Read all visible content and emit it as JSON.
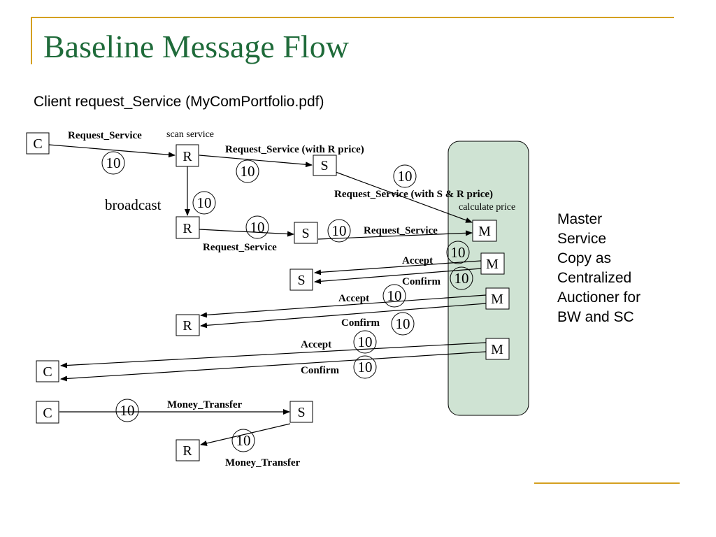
{
  "title": "Baseline Message Flow",
  "subtitle": "Client request_Service (MyComPortfolio.pdf)",
  "side_note": [
    "Master",
    "Service",
    "Copy as",
    "Centralized",
    "Auctioner for",
    "BW and SC"
  ],
  "nodes": {
    "c1": "C",
    "r1": "R",
    "s1": "S",
    "r2": "R",
    "s2": "S",
    "m1": "M",
    "m2": "M",
    "m3": "M",
    "m4": "M",
    "s3": "S",
    "r3": "R",
    "c2": "C",
    "c3": "C",
    "s4": "S",
    "r4": "R"
  },
  "labels": {
    "req_service_1": "Request_Service",
    "scan_service": "scan service",
    "req_service_r_price": "Request_Service (with R price)",
    "req_service_sr_price": "Request_Service (with S & R price)",
    "calculate_price": "calculate price",
    "broadcast": "broadcast",
    "req_service_2": "Request_Service",
    "req_service_3": "Request_Service",
    "accept_1": "Accept",
    "confirm_1": "Confirm",
    "accept_2": "Accept",
    "confirm_2": "Confirm",
    "accept_3": "Accept",
    "confirm_3": "Confirm",
    "money_transfer_1": "Money_Transfer",
    "money_transfer_2": "Money_Transfer"
  },
  "counts": {
    "c_r": "10",
    "r_s": "10",
    "s_m": "10",
    "broadcast": "10",
    "r2_s2": "10",
    "s2_m1": "10",
    "m2_s3_accept": "10",
    "m2_s3_confirm": "10",
    "m3_r_accept": "10",
    "m3_r_confirm": "10",
    "m4_c_accept": "10",
    "m4_c_confirm": "10",
    "c_s_money": "10",
    "s_r_money": "10"
  },
  "colors": {
    "title": "#1f6b3a",
    "frame": "#d4a020",
    "auctioneer_bg": "#cfe3d3"
  }
}
